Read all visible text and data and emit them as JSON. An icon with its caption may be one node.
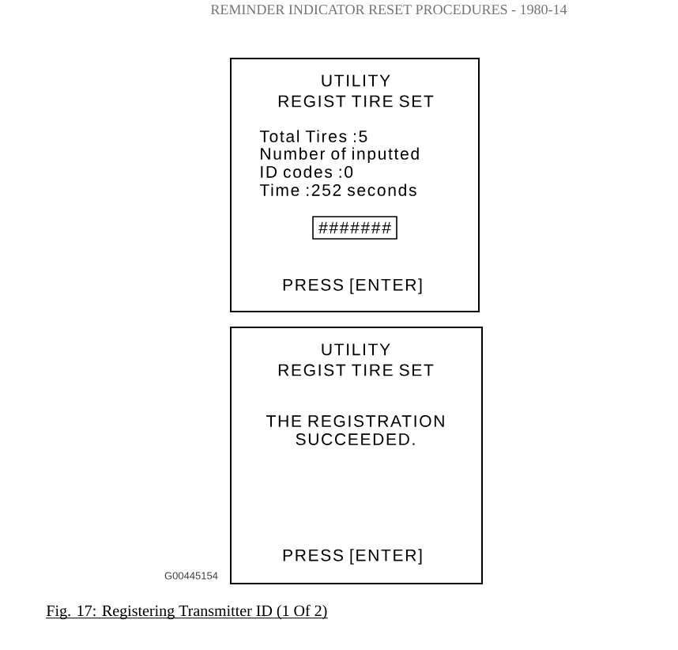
{
  "diagram": {
    "caption": "Fig. 17: Registering Transmitter ID (1 Of 2)",
    "nodes": [
      {
        "text": [
          "UTILITY",
          "REGIST TIRE SET",
          "Total Tires :5",
          "Number of inputted ID codes :0",
          "Time :252 seconds",
          "PRESS [ENTER]"
        ]
      },
      {
        "text": [
          "#######"
        ],
        "in": 0
      },
      {
        "text": [
          "UTILITY",
          "REGIST TIRE SET",
          "THE REGISTRATION SUCCEEDED.",
          "PRESS [ENTER]"
        ]
      }
    ],
    "labels": [
      "REMINDER INDICATOR RESET PROCEDURES - 1980-14",
      "G00445154"
    ]
  }
}
